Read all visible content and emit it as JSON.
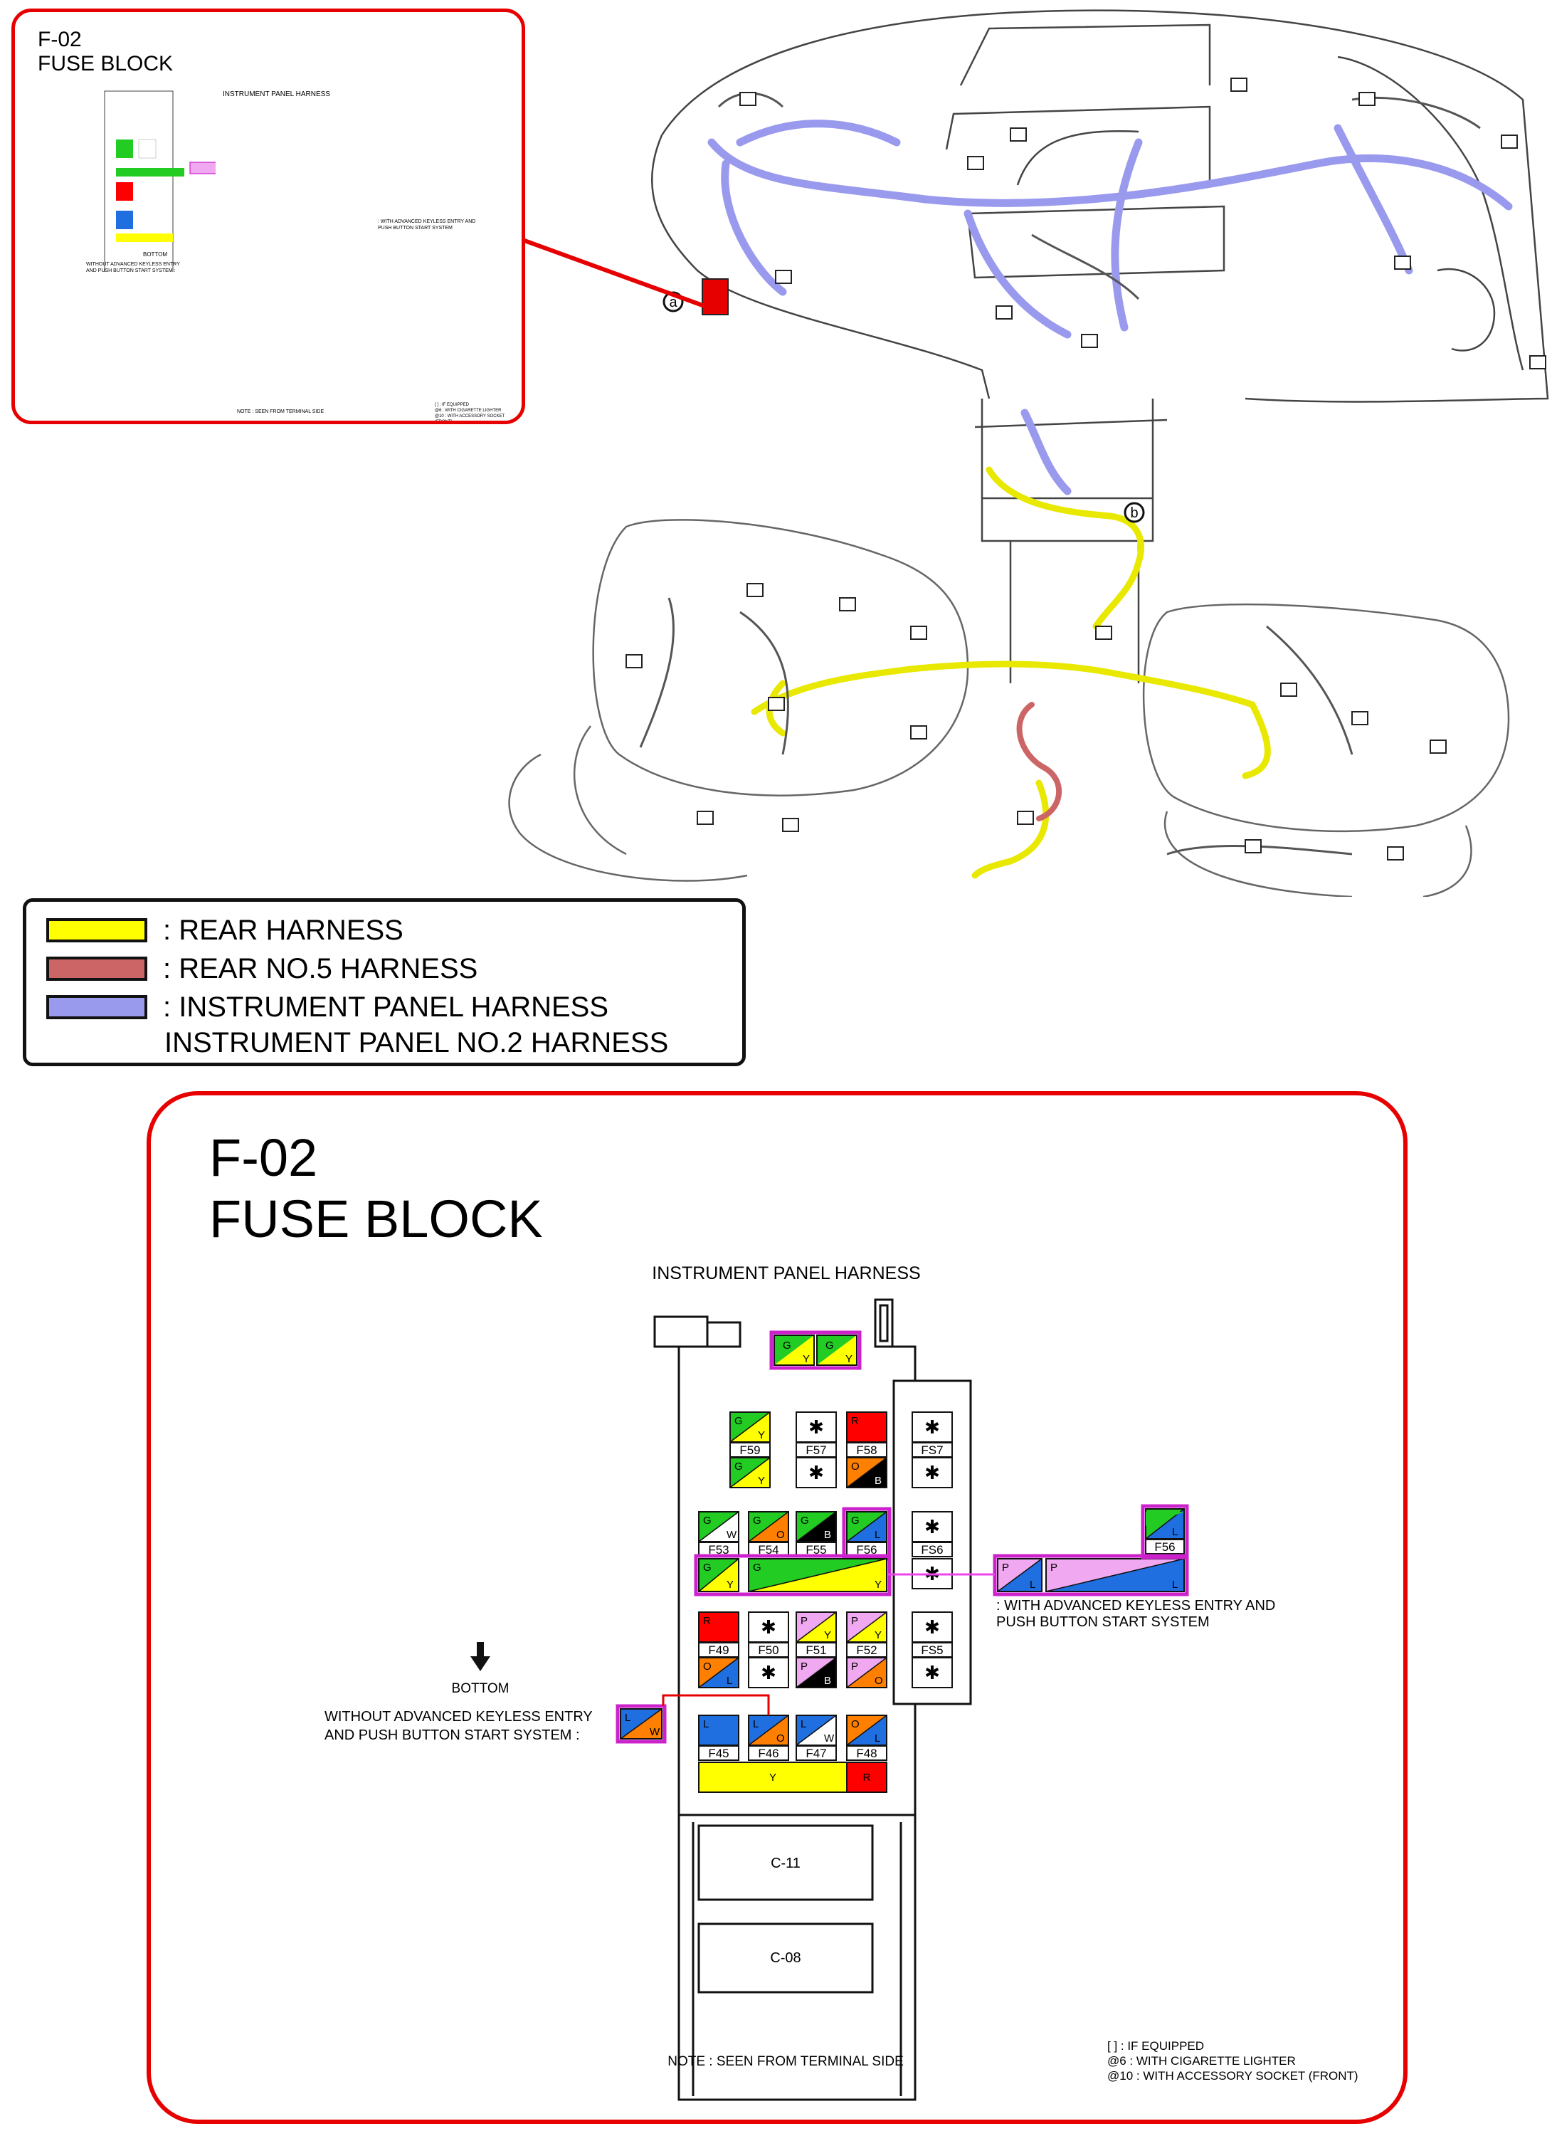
{
  "fuse_block": {
    "id": "F-02",
    "title": "FUSE BLOCK",
    "harness": "INSTRUMENT PANEL HARNESS",
    "bottom": "BOTTOM",
    "without_note_1": "WITHOUT ADVANCED KEYLESS ENTRY",
    "without_note_2": "AND PUSH BUTTON START SYSTEM :",
    "with_note_1": ": WITH ADVANCED KEYLESS ENTRY AND",
    "with_note_2": "PUSH BUTTON START SYSTEM",
    "terminal_note": "NOTE : SEEN FROM TERMINAL SIDE",
    "footnotes": [
      "[ ] : IF EQUIPPED",
      "@6 : WITH CIGARETTE LIGHTER",
      "@10 : WITH ACCESSORY SOCKET (FRONT)"
    ],
    "connectors": [
      "C-11",
      "C-08"
    ],
    "fuses": [
      "F59",
      "F57",
      "F58",
      "FS7",
      "F53",
      "F54",
      "F55",
      "F56",
      "FS6",
      "F49",
      "F50",
      "F51",
      "F52",
      "FS5",
      "F45",
      "F46",
      "F47",
      "F48"
    ],
    "wire_letters": {
      "g": "G",
      "y": "Y",
      "w": "W",
      "o": "O",
      "b": "B",
      "l": "L",
      "r": "R",
      "p": "P",
      "star": "✱"
    }
  },
  "overview": {
    "marker_a": "a",
    "marker_b": "b"
  },
  "legend": [
    {
      "label": ": REAR HARNESS",
      "color": "#ffff00"
    },
    {
      "label": ": REAR NO.5 HARNESS",
      "color": "#cc6666"
    },
    {
      "label": ": INSTRUMENT PANEL HARNESS",
      "color": "#9999ee"
    },
    {
      "label": "INSTRUMENT PANEL NO.2 HARNESS",
      "color": ""
    }
  ],
  "colors": {
    "frame_red": "#e60000",
    "green": "#22cc22",
    "yellow": "#ffff00",
    "orange": "#ff7f00",
    "blue": "#1f6fe0",
    "red": "#ff0000",
    "pink": "#f0a8f0",
    "magenta": "#cc22cc",
    "black": "#000000",
    "white": "#ffffff",
    "wire_blue": "#9999ee",
    "wire_yellow": "#ffff00",
    "wire_brown": "#cc6666"
  }
}
